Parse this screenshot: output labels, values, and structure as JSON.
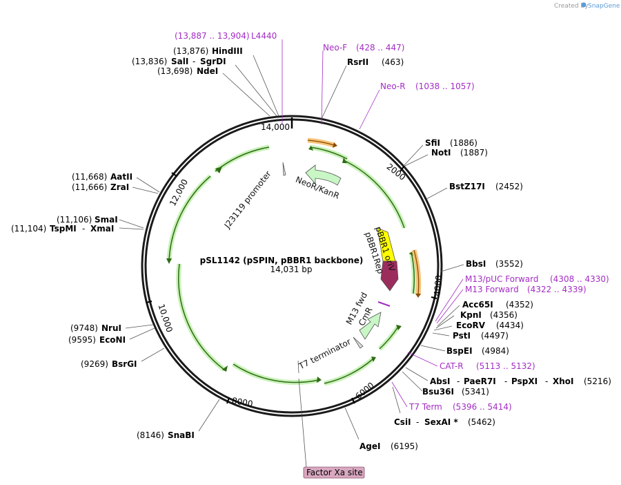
{
  "credit": {
    "created_by": "Created by",
    "brand": "SnapGene"
  },
  "plasmid": {
    "name": "pSL1142 (pSPIN, pBBR1 backbone)",
    "length": "14,031 bp"
  },
  "ticks": [
    "14,000",
    "2000",
    "4000",
    "6000",
    "8000",
    "10,000",
    "12,000"
  ],
  "primers": [
    {
      "name": "L4440",
      "pos": "(13,887 .. 13,904)"
    },
    {
      "name": "Neo-F",
      "pos": "(428 .. 447)"
    },
    {
      "name": "Neo-R",
      "pos": "(1038 .. 1057)"
    },
    {
      "name": "M13/pUC Forward",
      "pos": "(4308 .. 4330)"
    },
    {
      "name": "M13 Forward",
      "pos": "(4322 .. 4339)"
    },
    {
      "name": "CAT-R",
      "pos": "(5113 .. 5132)"
    },
    {
      "name": "T7 Term",
      "pos": "(5396 .. 5414)"
    }
  ],
  "sites": {
    "hindiii": {
      "name": "HindIII",
      "pos": "(13,876)"
    },
    "sali": {
      "name": "SalI",
      "name2": "SgrDI",
      "pos": "(13,836)"
    },
    "ndei": {
      "name": "NdeI",
      "pos": "(13,698)"
    },
    "rsrii": {
      "name": "RsrII",
      "pos": "(463)"
    },
    "sfii": {
      "name": "SfiI",
      "pos": "(1886)"
    },
    "noti": {
      "name": "NotI",
      "pos": "(1887)"
    },
    "bstz17i": {
      "name": "BstZ17I",
      "pos": "(2452)"
    },
    "bbsi": {
      "name": "BbsI",
      "pos": "(3552)"
    },
    "acc65i": {
      "name": "Acc65I",
      "pos": "(4352)"
    },
    "kpni": {
      "name": "KpnI",
      "pos": "(4356)"
    },
    "ecorv": {
      "name": "EcoRV",
      "pos": "(4434)"
    },
    "psti": {
      "name": "PstI",
      "pos": "(4497)"
    },
    "bspei": {
      "name": "BspEI",
      "pos": "(4984)"
    },
    "absi": {
      "name": "AbsI",
      "name2": "PaeR7I",
      "name3": "PspXI",
      "name4": "XhoI",
      "pos": "(5216)"
    },
    "bsu36i": {
      "name": "Bsu36I",
      "pos": "(5341)"
    },
    "csii": {
      "name": "CsiI",
      "name2": "SexAI *",
      "pos": "(5462)"
    },
    "agei": {
      "name": "AgeI",
      "pos": "(6195)"
    },
    "snabi": {
      "name": "SnaBI",
      "pos": "(8146)"
    },
    "bsrgi": {
      "name": "BsrGI",
      "pos": "(9269)"
    },
    "econi": {
      "name": "EcoNI",
      "pos": "(9595)"
    },
    "nrui": {
      "name": "NruI",
      "pos": "(9748)"
    },
    "smai": {
      "name": "SmaI",
      "pos": "(11,106)"
    },
    "tspmi": {
      "name": "TspMI",
      "name2": "XmaI",
      "pos": "(11,104)"
    },
    "zrai": {
      "name": "ZraI",
      "pos": "(11,666)"
    },
    "aatii": {
      "name": "AatII",
      "pos": "(11,668)"
    }
  },
  "features": {
    "j23119": "J23119 promoter",
    "neor": "NeoR/KanR",
    "pbbr1rep": "pBBR1Rep",
    "pbbr1oriv": "pBBR1 oriV",
    "m13fwd": "M13 fwd",
    "cmr": "CmR",
    "t7term": "T7 terminator",
    "factorxa": "Factor Xa site"
  },
  "colors": {
    "backbone": "#1a1a1a",
    "primer": "#a32cc4",
    "cds_fill": "#c8f7c5",
    "cds_stroke": "#2e7d1e",
    "orange": "#f0a030",
    "rep_yellow": "#ffff00",
    "ori_maroon": "#9b2d5c",
    "factor_xa_bg": "#d8a8c0"
  }
}
